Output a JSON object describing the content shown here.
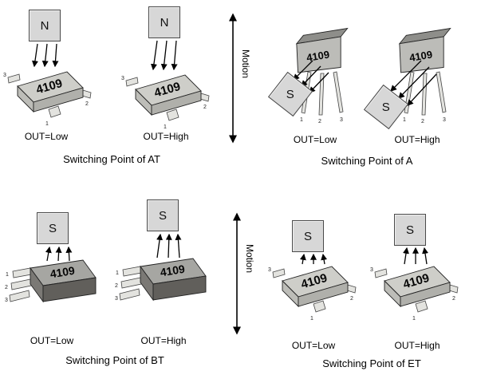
{
  "part_number": "4109",
  "motion_label": "Motion",
  "pins": {
    "p1": "1",
    "p2": "2",
    "p3": "3"
  },
  "sections": {
    "at": {
      "title": "Switching Point of AT",
      "magnet_pole": "N",
      "out_low": "OUT=Low",
      "out_high": "OUT=High"
    },
    "a": {
      "title": "Switching Point of A",
      "magnet_pole": "S",
      "out_low": "OUT=Low",
      "out_high": "OUT=High"
    },
    "bt": {
      "title": "Switching Point of BT",
      "magnet_pole": "S",
      "out_low": "OUT=Low",
      "out_high": "OUT=High"
    },
    "et": {
      "title": "Switching Point of ET",
      "magnet_pole": "S",
      "out_low": "OUT=Low",
      "out_high": "OUT=High"
    }
  },
  "colors": {
    "background": "#ffffff",
    "magnet_fill": "#d7d7d7",
    "sot23_top": "#cecec9",
    "sot89_front": "#615f5b",
    "to92_front": "#bcbcb8",
    "arrow": "#000000"
  }
}
